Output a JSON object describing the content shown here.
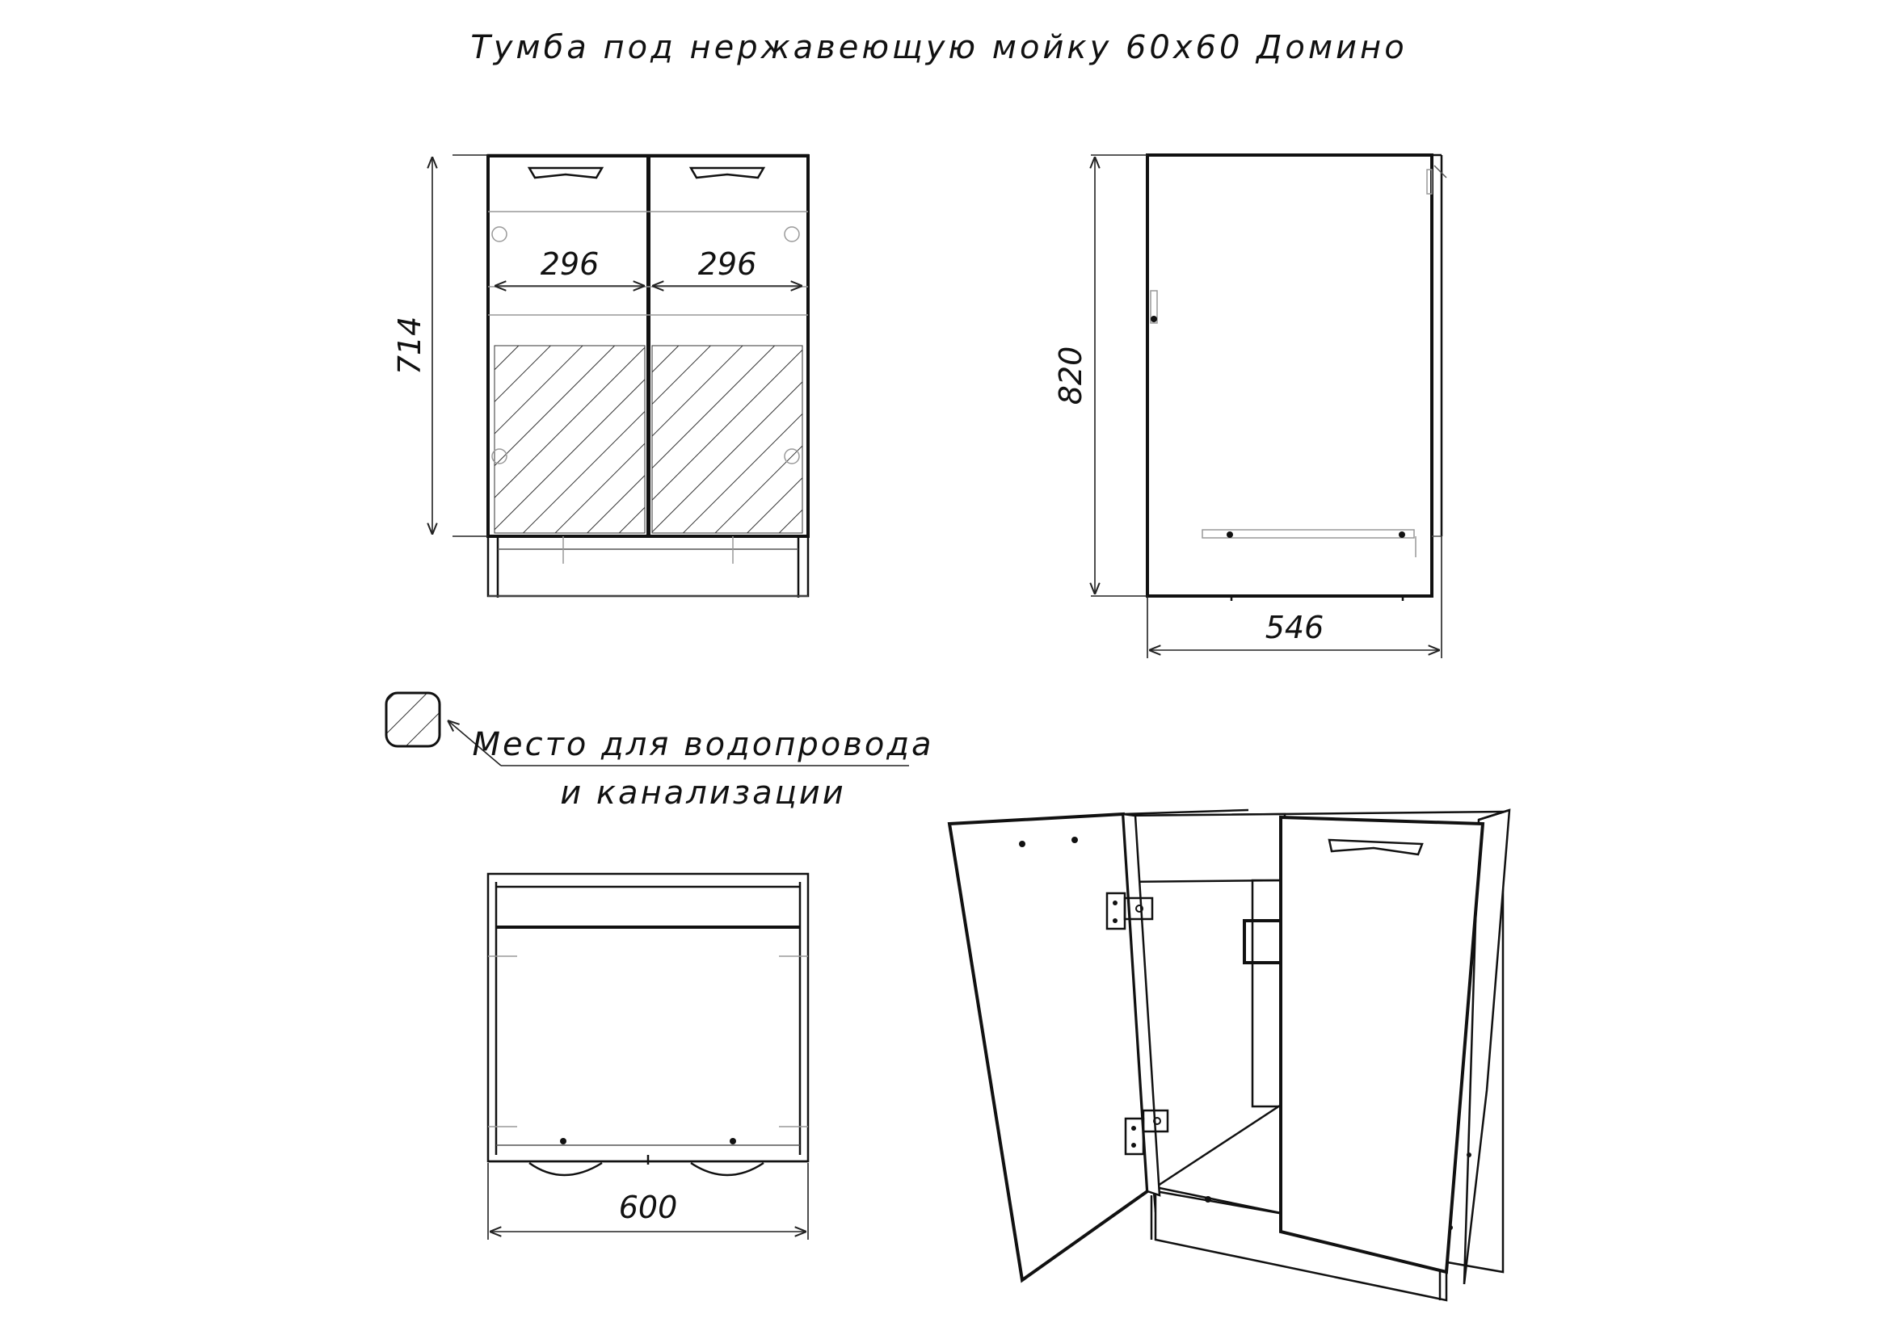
{
  "title": "Тумба под нержавеющую мойку 60х60 Домино",
  "dimensions": {
    "front_height": "714",
    "door_width_left": "296",
    "door_width_right": "296",
    "side_height": "820",
    "side_depth": "546",
    "top_width": "600"
  },
  "legend": {
    "line1": "Место для водопровода",
    "line2": "и канализации"
  }
}
